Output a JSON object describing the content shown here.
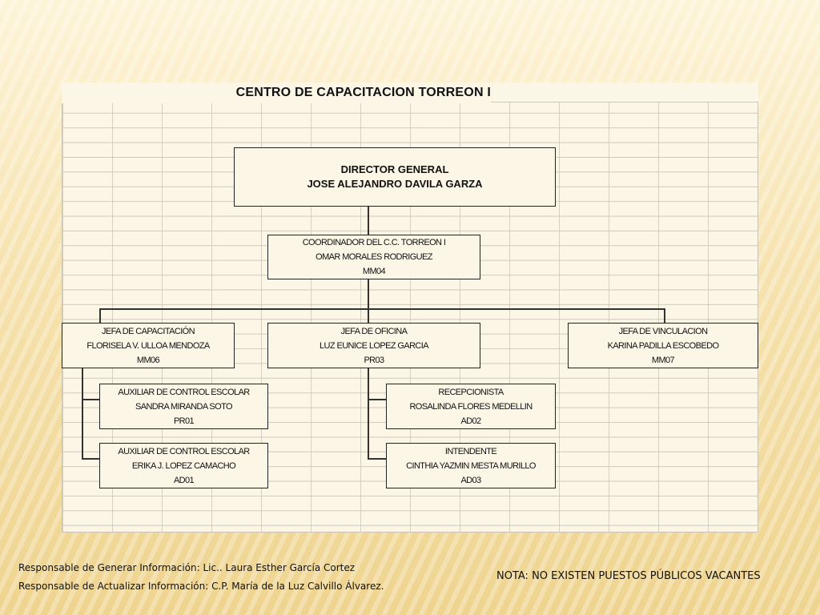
{
  "chart_title": "CENTRO DE CAPACITACION TORREON I",
  "director": {
    "role": "DIRECTOR GENERAL",
    "name": "JOSE ALEJANDRO DAVILA GARZA"
  },
  "coordinator": {
    "role": "COORDINADOR DEL C.C. TORREON I",
    "name": "OMAR MORALES RODRIGUEZ",
    "code": "MM04"
  },
  "heads": [
    {
      "role": "JEFA DE CAPACITACIÓN",
      "name": "FLORISELA V. ULLOA MENDOZA",
      "code": "MM06"
    },
    {
      "role": "JEFA DE OFICINA",
      "name": "LUZ EUNICE LOPEZ GARCIA",
      "code": "PR03"
    },
    {
      "role": "JEFA DE VINCULACION",
      "name": "KARINA PADILLA ESCOBEDO",
      "code": "MM07"
    }
  ],
  "training_staff": [
    {
      "role": "AUXILIAR DE CONTROL ESCOLAR",
      "name": "SANDRA MIRANDA SOTO",
      "code": "PR01"
    },
    {
      "role": "AUXILIAR DE CONTROL ESCOLAR",
      "name": "ERIKA J. LOPEZ CAMACHO",
      "code": "AD01"
    }
  ],
  "office_staff": [
    {
      "role": "RECEPCIONISTA",
      "name": "ROSALINDA FLORES MEDELLIN",
      "code": "AD02"
    },
    {
      "role": "INTENDENTE",
      "name": "CINTHIA YAZMIN MESTA MURILLO",
      "code": "AD03"
    }
  ],
  "footer": {
    "generate": "Responsable de Generar Información: Lic.. Laura Esther García Cortez",
    "update": "Responsable de Actualizar Información: C.P. María de la Luz Calvillo Álvarez.",
    "note": "NOTA: NO EXISTEN PUESTOS PÚBLICOS VACANTES"
  }
}
